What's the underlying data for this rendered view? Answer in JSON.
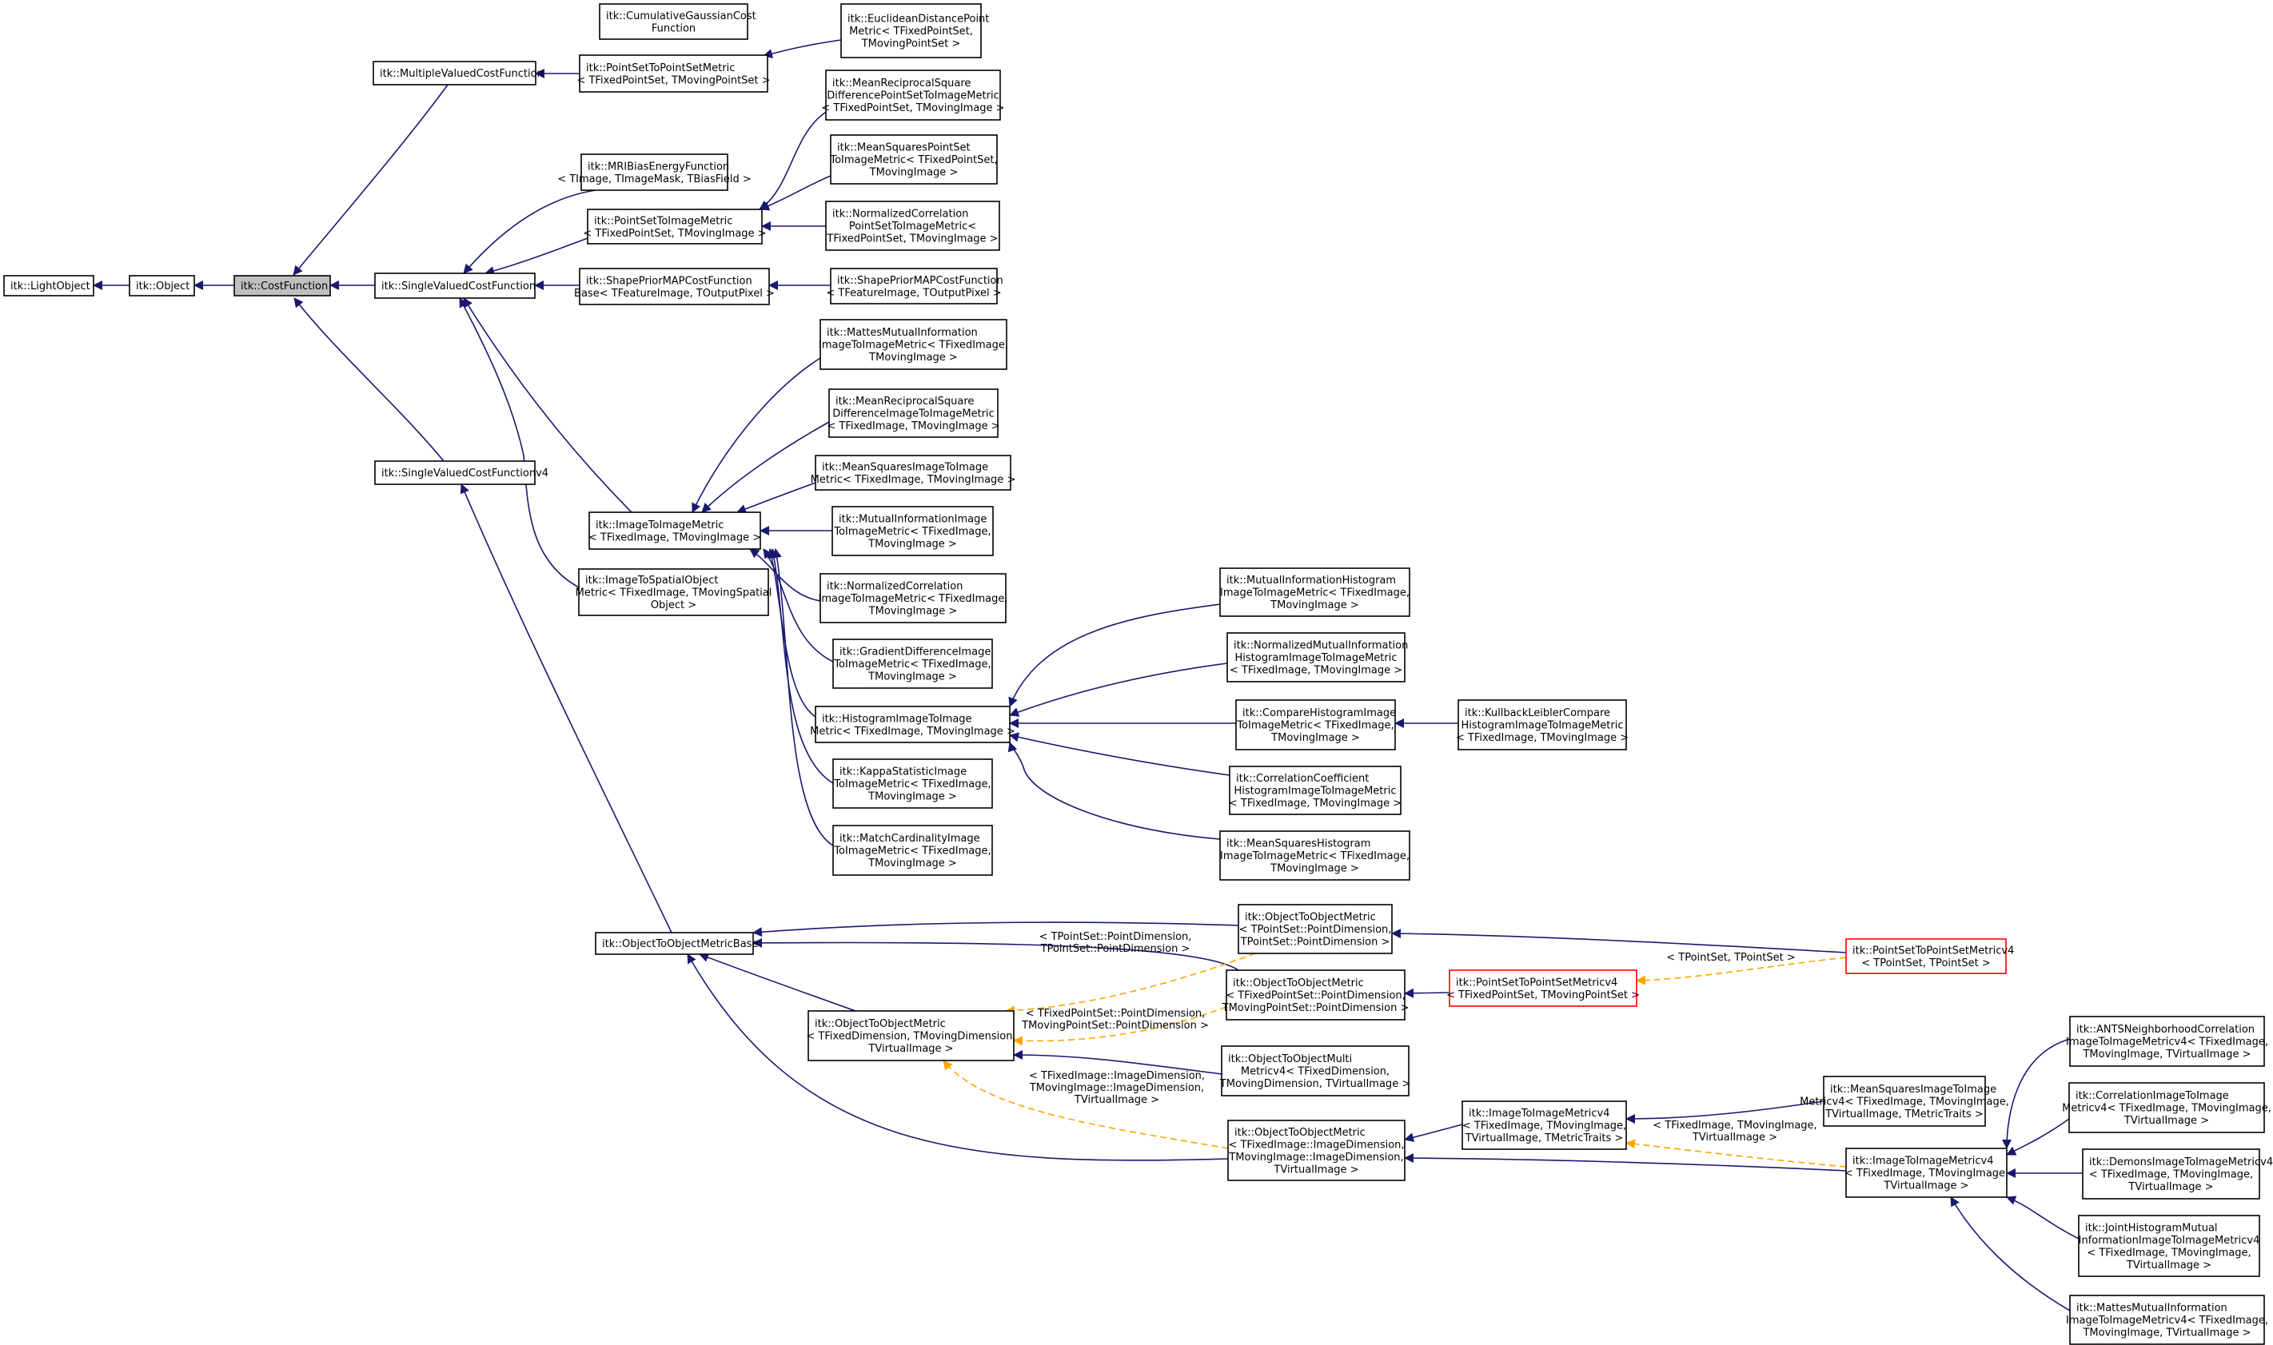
{
  "colors": {
    "inheritance_edge": "#191970",
    "template_edge": "#ffa500",
    "current_node_fill": "#bfbfbf",
    "highlight_border": "#ff0000",
    "node_border": "#000000"
  },
  "nodes": [
    {
      "id": "LightObject",
      "lines": [
        "itk::LightObject"
      ]
    },
    {
      "id": "Object",
      "lines": [
        "itk::Object"
      ]
    },
    {
      "id": "CostFunction",
      "lines": [
        "itk::CostFunction"
      ]
    },
    {
      "id": "MultipleValuedCostFunction",
      "lines": [
        "itk::MultipleValuedCostFunction"
      ]
    },
    {
      "id": "SingleValuedCostFunction",
      "lines": [
        "itk::SingleValuedCostFunction"
      ]
    },
    {
      "id": "SingleValuedCostFunctionv4",
      "lines": [
        "itk::SingleValuedCostFunctionv4"
      ]
    },
    {
      "id": "CumulativeGaussianCost",
      "lines": [
        "itk::CumulativeGaussianCost",
        "Function"
      ]
    },
    {
      "id": "PointSetToPointSetMetric",
      "lines": [
        "itk::PointSetToPointSetMetric",
        "< TFixedPointSet, TMovingPointSet >"
      ]
    },
    {
      "id": "EuclideanDistancePoint",
      "lines": [
        "itk::EuclideanDistancePoint",
        "Metric< TFixedPointSet,",
        "TMovingPointSet >"
      ]
    },
    {
      "id": "MRIBiasEnergyFunction",
      "lines": [
        "itk::MRIBiasEnergyFunction",
        "< TImage, TImageMask, TBiasField >"
      ]
    },
    {
      "id": "PointSetToImageMetric",
      "lines": [
        "itk::PointSetToImageMetric",
        "< TFixedPointSet, TMovingImage >"
      ]
    },
    {
      "id": "ShapePriorMAPBase",
      "lines": [
        "itk::ShapePriorMAPCostFunction",
        "Base< TFeatureImage, TOutputPixel >"
      ]
    },
    {
      "id": "MeanReciprocalSquarePS",
      "lines": [
        "itk::MeanReciprocalSquare",
        "DifferencePointSetToImageMetric",
        "< TFixedPointSet, TMovingImage >"
      ]
    },
    {
      "id": "MeanSquaresPointSet",
      "lines": [
        "itk::MeanSquaresPointSet",
        "ToImageMetric< TFixedPointSet,",
        "TMovingImage >"
      ]
    },
    {
      "id": "NormalizedCorrelationPS",
      "lines": [
        "itk::NormalizedCorrelation",
        "PointSetToImageMetric<",
        "TFixedPointSet, TMovingImage >"
      ]
    },
    {
      "id": "ShapePriorMAP",
      "lines": [
        "itk::ShapePriorMAPCostFunction",
        "< TFeatureImage, TOutputPixel >"
      ]
    },
    {
      "id": "ImageToImageMetric",
      "lines": [
        "itk::ImageToImageMetric",
        "< TFixedImage, TMovingImage >"
      ]
    },
    {
      "id": "ImageToSpatialObject",
      "lines": [
        "itk::ImageToSpatialObject",
        "Metric< TFixedImage, TMovingSpatial",
        "Object >"
      ]
    },
    {
      "id": "MattesMutualInformation",
      "lines": [
        "itk::MattesMutualInformation",
        "ImageToImageMetric< TFixedImage,",
        "TMovingImage >"
      ]
    },
    {
      "id": "MeanReciprocalSquareDiff",
      "lines": [
        "itk::MeanReciprocalSquare",
        "DifferenceImageToImageMetric",
        "< TFixedImage, TMovingImage >"
      ]
    },
    {
      "id": "MeanSquaresImage",
      "lines": [
        "itk::MeanSquaresImageToImage",
        "Metric< TFixedImage, TMovingImage >"
      ]
    },
    {
      "id": "MutualInformationImage",
      "lines": [
        "itk::MutualInformationImage",
        "ToImageMetric< TFixedImage,",
        "TMovingImage >"
      ]
    },
    {
      "id": "NormalizedCorrelationImage",
      "lines": [
        "itk::NormalizedCorrelation",
        "ImageToImageMetric< TFixedImage,",
        "TMovingImage >"
      ]
    },
    {
      "id": "GradientDifference",
      "lines": [
        "itk::GradientDifferenceImage",
        "ToImageMetric< TFixedImage,",
        "TMovingImage >"
      ]
    },
    {
      "id": "HistogramImage",
      "lines": [
        "itk::HistogramImageToImage",
        "Metric< TFixedImage, TMovingImage >"
      ]
    },
    {
      "id": "KappaStatistic",
      "lines": [
        "itk::KappaStatisticImage",
        "ToImageMetric< TFixedImage,",
        "TMovingImage >"
      ]
    },
    {
      "id": "MatchCardinality",
      "lines": [
        "itk::MatchCardinalityImage",
        "ToImageMetric< TFixedImage,",
        "TMovingImage >"
      ]
    },
    {
      "id": "MutualInformationHistogram",
      "lines": [
        "itk::MutualInformationHistogram",
        "ImageToImageMetric< TFixedImage,",
        "TMovingImage >"
      ]
    },
    {
      "id": "NormalizedMutualInformation",
      "lines": [
        "itk::NormalizedMutualInformation",
        "HistogramImageToImageMetric",
        "< TFixedImage, TMovingImage >"
      ]
    },
    {
      "id": "CompareHistogram",
      "lines": [
        "itk::CompareHistogramImage",
        "ToImageMetric< TFixedImage,",
        "TMovingImage >"
      ]
    },
    {
      "id": "KullbackLeibler",
      "lines": [
        "itk::KullbackLeiblerCompare",
        "HistogramImageToImageMetric",
        "< TFixedImage, TMovingImage >"
      ]
    },
    {
      "id": "CorrelationCoefficient",
      "lines": [
        "itk::CorrelationCoefficient",
        "HistogramImageToImageMetric",
        "< TFixedImage, TMovingImage >"
      ]
    },
    {
      "id": "MeanSquaresHistogram",
      "lines": [
        "itk::MeanSquaresHistogram",
        "ImageToImageMetric< TFixedImage,",
        "TMovingImage >"
      ]
    },
    {
      "id": "ObjectToObjectMetricBase",
      "lines": [
        "itk::ObjectToObjectMetricBase"
      ]
    },
    {
      "id": "OTOM_Generic",
      "lines": [
        "itk::ObjectToObjectMetric",
        "< TFixedDimension, TMovingDimension,",
        "TVirtualImage >"
      ]
    },
    {
      "id": "OTOM_PointSet",
      "lines": [
        "itk::ObjectToObjectMetric",
        "< TPointSet::PointDimension,",
        "TPointSet::PointDimension >"
      ]
    },
    {
      "id": "OTOM_FixedPointSet",
      "lines": [
        "itk::ObjectToObjectMetric",
        "< TFixedPointSet::PointDimension,",
        "TMovingPointSet::PointDimension >"
      ]
    },
    {
      "id": "OTOM_Multi",
      "lines": [
        "itk::ObjectToObjectMulti",
        "Metricv4< TFixedDimension,",
        "TMovingDimension, TVirtualImage >"
      ]
    },
    {
      "id": "OTOM_Image",
      "lines": [
        "itk::ObjectToObjectMetric",
        "< TFixedImage::ImageDimension,",
        "TMovingImage::ImageDimension,",
        "TVirtualImage >"
      ]
    },
    {
      "id": "PointSetToPointSetMetricv4_Fixed",
      "lines": [
        "itk::PointSetToPointSetMetricv4",
        "< TFixedPointSet, TMovingPointSet >"
      ]
    },
    {
      "id": "PointSetToPointSetMetricv4_PS",
      "lines": [
        "itk::PointSetToPointSetMetricv4",
        "< TPointSet, TPointSet >"
      ]
    },
    {
      "id": "ImageToImageMetricv4_Traits",
      "lines": [
        "itk::ImageToImageMetricv4",
        "< TFixedImage, TMovingImage,",
        "TVirtualImage, TMetricTraits >"
      ]
    },
    {
      "id": "MeanSquaresImagev4",
      "lines": [
        "itk::MeanSquaresImageToImage",
        "Metricv4< TFixedImage, TMovingImage,",
        "TVirtualImage, TMetricTraits >"
      ]
    },
    {
      "id": "ImageToImageMetricv4",
      "lines": [
        "itk::ImageToImageMetricv4",
        "< TFixedImage, TMovingImage,",
        "TVirtualImage >"
      ]
    },
    {
      "id": "ANTSNeighborhood",
      "lines": [
        "itk::ANTSNeighborhoodCorrelation",
        "ImageToImageMetricv4< TFixedImage,",
        "TMovingImage, TVirtualImage >"
      ]
    },
    {
      "id": "CorrelationImagev4",
      "lines": [
        "itk::CorrelationImageToImage",
        "Metricv4< TFixedImage, TMovingImage,",
        "TVirtualImage >"
      ]
    },
    {
      "id": "DemonsImagev4",
      "lines": [
        "itk::DemonsImageToImageMetricv4",
        "< TFixedImage, TMovingImage,",
        "TVirtualImage >"
      ]
    },
    {
      "id": "JointHistogram",
      "lines": [
        "itk::JointHistogramMutual",
        "InformationImageToImageMetricv4",
        "< TFixedImage, TMovingImage,",
        "TVirtualImage >"
      ]
    },
    {
      "id": "MattesMutualInformationv4",
      "lines": [
        "itk::MattesMutualInformation",
        "ImageToImageMetricv4< TFixedImage,",
        "TMovingImage, TVirtualImage >"
      ]
    }
  ],
  "edge_labels": [
    {
      "id": "lbl_pointset",
      "lines": [
        "< TPointSet::PointDimension,",
        "TPointSet::PointDimension >"
      ]
    },
    {
      "id": "lbl_fixedpointset",
      "lines": [
        "< TFixedPointSet::PointDimension,",
        "TMovingPointSet::PointDimension >"
      ]
    },
    {
      "id": "lbl_image",
      "lines": [
        "< TFixedImage::ImageDimension,",
        "TMovingImage::ImageDimension,",
        "TVirtualImage >"
      ]
    },
    {
      "id": "lbl_pointsetpair",
      "lines": [
        "< TPointSet, TPointSet >"
      ]
    },
    {
      "id": "lbl_imagev4",
      "lines": [
        "< TFixedImage, TMovingImage,",
        "TVirtualImage >"
      ]
    }
  ]
}
